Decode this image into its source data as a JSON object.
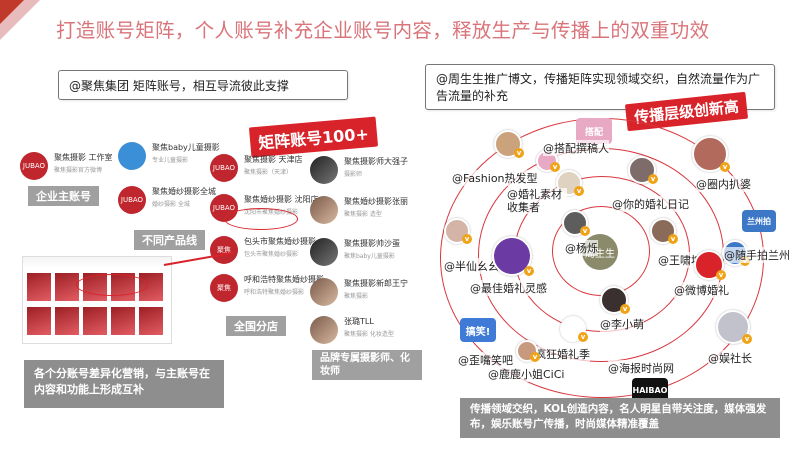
{
  "title": "打造账号矩阵，个人账号补充企业账号内容，释放生产与传播上的双重功效",
  "left": {
    "callout": "@聚焦集团 矩阵账号，相互导流彼此支撑",
    "matrix_tag": "矩阵账号100+",
    "labels": {
      "enterprise": "企业主账号",
      "product_lines": "不同产品线",
      "branches": "全国分店",
      "photographers": "品牌专属摄影师、化妆师"
    },
    "accounts": [
      {
        "name": "聚焦摄影 工作室",
        "desc": "聚焦摄影官方微博",
        "logo": "JUBAO"
      },
      {
        "name": "聚焦baby儿童摄影",
        "desc": "专业儿童摄影",
        "logo": ""
      },
      {
        "name": "聚焦婚纱摄影全城",
        "desc": "婚纱摄影 全城",
        "logo": "JUBAO"
      },
      {
        "name": "聚焦摄影 天津店",
        "desc": "聚焦摄影（天津）",
        "logo": "JUBAO"
      },
      {
        "name": "聚焦婚纱摄影 沈阳店",
        "desc": "沈阳市聚焦婚纱摄影",
        "logo": "JUBAO"
      },
      {
        "name": "包头市聚焦婚纱摄影",
        "desc": "包头市聚焦婚纱摄影",
        "logo": "聚焦"
      },
      {
        "name": "呼和浩特聚焦婚纱摄影",
        "desc": "呼和浩特聚焦婚纱摄影",
        "logo": "聚焦"
      },
      {
        "name": "聚焦摄影师大强子",
        "desc": "摄影师",
        "logo": ""
      },
      {
        "name": "聚焦婚纱摄影张丽",
        "desc": "聚焦摄影 造型",
        "logo": ""
      },
      {
        "name": "聚焦摄影帅沙蛋",
        "desc": "聚焦baby儿童摄影",
        "logo": ""
      },
      {
        "name": "聚焦摄影新郎王宁",
        "desc": "聚焦摄影",
        "logo": ""
      },
      {
        "name": "张璐TLL",
        "desc": "聚焦摄影 化妆造型",
        "logo": ""
      }
    ],
    "bottom_note": "各个分账号差异化营销，与主账号在内容和功能上形成互补"
  },
  "right": {
    "callout": "@周生生推广博文，传播矩阵实现领域交织，自然流量作为广告流量的补充",
    "spread_tag": "传播层级创新高",
    "center": "周生生",
    "nodes": [
      {
        "label": "@搭配撰稿人",
        "color": "#e8a9c4"
      },
      {
        "label": "@Fashion热发型",
        "color": "#caa27c"
      },
      {
        "label": "@婚礼素材收集者",
        "color": "#dfd2c0"
      },
      {
        "label": "@你的婚礼日记",
        "color": "#7e6c6a"
      },
      {
        "label": "@圈内扒婆",
        "color": "#b26a5c"
      },
      {
        "label": "@杨烁",
        "color": "#5d5d5d"
      },
      {
        "label": "@王啸坤",
        "color": "#8a6a58"
      },
      {
        "label": "@随手拍兰州",
        "color": "#3c78c6"
      },
      {
        "label": "@半仙幺幺",
        "color": "#d3b4a7"
      },
      {
        "label": "@最佳婚礼灵感",
        "color": "#6c3aa3"
      },
      {
        "label": "@微博婚礼",
        "color": "#d8232a"
      },
      {
        "label": "@李小萌",
        "color": "#3b3030"
      },
      {
        "label": "@疯狂婚礼季",
        "color": "#ffffff"
      },
      {
        "label": "@娱社长",
        "color": "#c2c2cc"
      },
      {
        "label": "@歪嘴笑吧",
        "color": "#3f7bd6"
      },
      {
        "label": "@海报时尚网",
        "color": "#111111"
      },
      {
        "label": "@鹿鹿小姐CiCi",
        "color": "#c79a7f"
      }
    ],
    "chips": {
      "dapei": "搭配",
      "gaoxiao": "搞笑!",
      "haibao": "HAIBAO",
      "lanzhou": "兰州拍"
    },
    "bottom_note": "传播领域交织，KOL创造内容，名人明星自带关注度，媒体强发布，娱乐账号广传播，时尚媒体精准覆盖"
  },
  "colors": {
    "accent": "#d8232a",
    "title": "#d9747a",
    "ring": "#d9383f",
    "gray_box": "#8e8e8e"
  }
}
